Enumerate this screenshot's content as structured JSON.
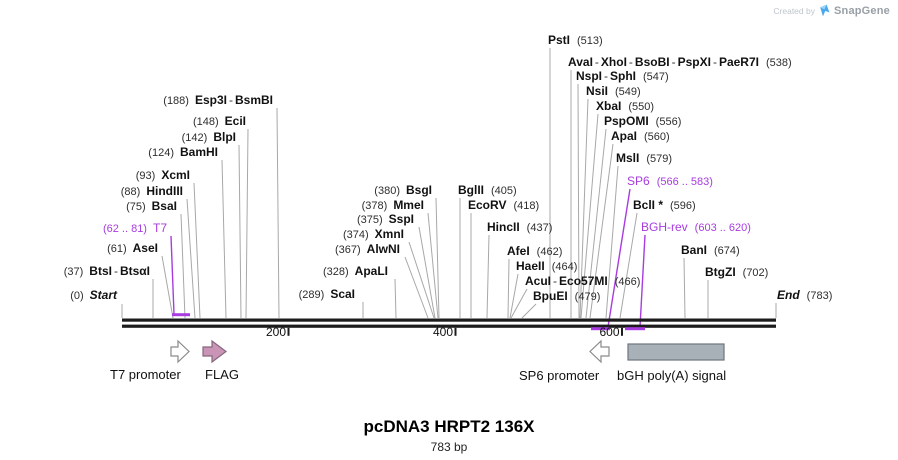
{
  "watermark": {
    "created_by": "Created by",
    "brand": "SnapGene"
  },
  "title": {
    "name": "pcDNA3 HRPT2 136X",
    "length": "783 bp"
  },
  "axis": {
    "ticks": [
      "200",
      "400",
      "600"
    ]
  },
  "colors": {
    "enzyme_text": "#111111",
    "purple": "#a83ce0",
    "connector_gray": "#a8a8a8",
    "flag_fill": "#c994b5",
    "bgh_fill": "#a9b1b8",
    "line_black": "#1c1c1c"
  },
  "markers": [
    {
      "id": "start",
      "num": "(0)",
      "names": [
        "Start"
      ],
      "num_first": true,
      "purple": false,
      "italic": true
    },
    {
      "id": "btsI",
      "num": "(37)",
      "names": [
        "BtsI",
        "BtsαI"
      ],
      "num_first": true,
      "purple": false,
      "italic": false
    },
    {
      "id": "aseI",
      "num": "(61)",
      "names": [
        "AseI"
      ],
      "num_first": true,
      "purple": false,
      "italic": false
    },
    {
      "id": "t7",
      "num": "(62 .. 81)",
      "names": [
        "T7"
      ],
      "num_first": true,
      "purple": true,
      "italic": false
    },
    {
      "id": "bsaI",
      "num": "(75)",
      "names": [
        "BsaI"
      ],
      "num_first": true,
      "purple": false,
      "italic": false
    },
    {
      "id": "hindIII",
      "num": "(88)",
      "names": [
        "HindIII"
      ],
      "num_first": true,
      "purple": false,
      "italic": false
    },
    {
      "id": "xcmI",
      "num": "(93)",
      "names": [
        "XcmI"
      ],
      "num_first": true,
      "purple": false,
      "italic": false
    },
    {
      "id": "bamHI",
      "num": "(124)",
      "names": [
        "BamHI"
      ],
      "num_first": true,
      "purple": false,
      "italic": false
    },
    {
      "id": "blpI",
      "num": "(142)",
      "names": [
        "BlpI"
      ],
      "num_first": true,
      "purple": false,
      "italic": false
    },
    {
      "id": "eciI",
      "num": "(148)",
      "names": [
        "EciI"
      ],
      "num_first": true,
      "purple": false,
      "italic": false
    },
    {
      "id": "esp3I",
      "num": "(188)",
      "names": [
        "Esp3I",
        "BsmBI"
      ],
      "num_first": true,
      "purple": false,
      "italic": false
    },
    {
      "id": "scaI",
      "num": "(289)",
      "names": [
        "ScaI"
      ],
      "num_first": true,
      "purple": false,
      "italic": false
    },
    {
      "id": "apaLI",
      "num": "(328)",
      "names": [
        "ApaLI"
      ],
      "num_first": true,
      "purple": false,
      "italic": false
    },
    {
      "id": "alwNI",
      "num": "(367)",
      "names": [
        "AlwNI"
      ],
      "num_first": true,
      "purple": false,
      "italic": false
    },
    {
      "id": "xmnI",
      "num": "(374)",
      "names": [
        "XmnI"
      ],
      "num_first": true,
      "purple": false,
      "italic": false
    },
    {
      "id": "sspI",
      "num": "(375)",
      "names": [
        "SspI"
      ],
      "num_first": true,
      "purple": false,
      "italic": false
    },
    {
      "id": "mmeI",
      "num": "(378)",
      "names": [
        "MmeI"
      ],
      "num_first": true,
      "purple": false,
      "italic": false
    },
    {
      "id": "bsgI",
      "num": "(380)",
      "names": [
        "BsgI"
      ],
      "num_first": true,
      "purple": false,
      "italic": false
    },
    {
      "id": "bglII",
      "num": "(405)",
      "names": [
        "BglII"
      ],
      "num_first": false,
      "purple": false,
      "italic": false
    },
    {
      "id": "ecoRV",
      "num": "(418)",
      "names": [
        "EcoRV"
      ],
      "num_first": false,
      "purple": false,
      "italic": false
    },
    {
      "id": "hincII",
      "num": "(437)",
      "names": [
        "HincII"
      ],
      "num_first": false,
      "purple": false,
      "italic": false
    },
    {
      "id": "afeI",
      "num": "(462)",
      "names": [
        "AfeI"
      ],
      "num_first": false,
      "purple": false,
      "italic": false
    },
    {
      "id": "haeII",
      "num": "(464)",
      "names": [
        "HaeII"
      ],
      "num_first": false,
      "purple": false,
      "italic": false
    },
    {
      "id": "acuI",
      "num": "(466)",
      "names": [
        "AcuI",
        "Eco57MI"
      ],
      "num_first": false,
      "purple": false,
      "italic": false
    },
    {
      "id": "bpuEI",
      "num": "(479)",
      "names": [
        "BpuEI"
      ],
      "num_first": false,
      "purple": false,
      "italic": false
    },
    {
      "id": "pstI",
      "num": "(513)",
      "names": [
        "PstI"
      ],
      "num_first": false,
      "purple": false,
      "italic": false
    },
    {
      "id": "avaI",
      "num": "(538)",
      "names": [
        "AvaI",
        "XhoI",
        "BsoBI",
        "PspXI",
        "PaeR7I"
      ],
      "num_first": false,
      "purple": false,
      "italic": false
    },
    {
      "id": "nspI",
      "num": "(547)",
      "names": [
        "NspI",
        "SphI"
      ],
      "num_first": false,
      "purple": false,
      "italic": false
    },
    {
      "id": "nsiI",
      "num": "(549)",
      "names": [
        "NsiI"
      ],
      "num_first": false,
      "purple": false,
      "italic": false
    },
    {
      "id": "xbaI",
      "num": "(550)",
      "names": [
        "XbaI"
      ],
      "num_first": false,
      "purple": false,
      "italic": false
    },
    {
      "id": "pspOMI",
      "num": "(556)",
      "names": [
        "PspOMI"
      ],
      "num_first": false,
      "purple": false,
      "italic": false
    },
    {
      "id": "apaI",
      "num": "(560)",
      "names": [
        "ApaI"
      ],
      "num_first": false,
      "purple": false,
      "italic": false
    },
    {
      "id": "mslI",
      "num": "(579)",
      "names": [
        "MslI"
      ],
      "num_first": false,
      "purple": false,
      "italic": false
    },
    {
      "id": "sp6",
      "num": "(566 .. 583)",
      "names": [
        "SP6"
      ],
      "num_first": false,
      "purple": true,
      "italic": false
    },
    {
      "id": "bclI",
      "num": "(596)",
      "names": [
        "BclI *"
      ],
      "num_first": false,
      "purple": false,
      "italic": false
    },
    {
      "id": "bghrev",
      "num": "(603 .. 620)",
      "names": [
        "BGH-rev"
      ],
      "num_first": false,
      "purple": true,
      "italic": false
    },
    {
      "id": "banI",
      "num": "(674)",
      "names": [
        "BanI"
      ],
      "num_first": false,
      "purple": false,
      "italic": false
    },
    {
      "id": "btgZI",
      "num": "(702)",
      "names": [
        "BtgZI"
      ],
      "num_first": false,
      "purple": false,
      "italic": false
    },
    {
      "id": "end",
      "num": "(783)",
      "names": [
        "End"
      ],
      "num_first": false,
      "purple": false,
      "italic": true
    }
  ],
  "features": [
    {
      "id": "t7-promoter",
      "label": "T7 promoter"
    },
    {
      "id": "flag",
      "label": "FLAG"
    },
    {
      "id": "sp6-promoter",
      "label": "SP6 promoter"
    },
    {
      "id": "bgh-polya",
      "label": "bGH poly(A) signal"
    }
  ]
}
